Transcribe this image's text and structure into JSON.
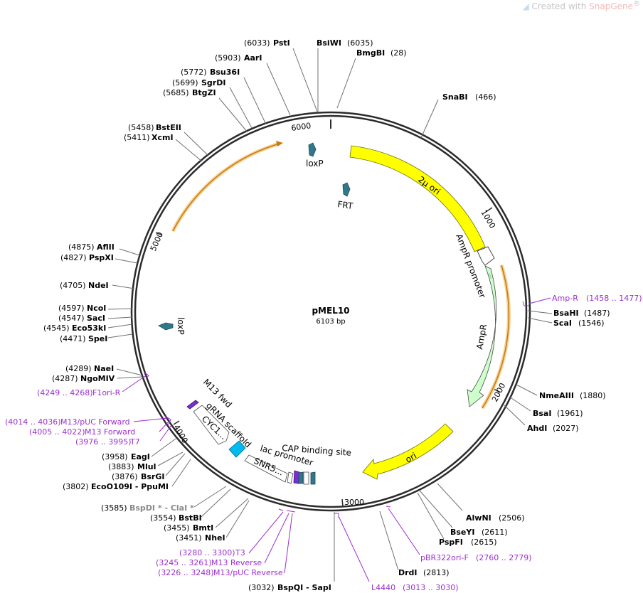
{
  "brand": {
    "prefix": "Created with ",
    "name": "SnapGene",
    "mark": "®"
  },
  "plasmid": {
    "name": "pMEL10",
    "size_label": "6103 bp",
    "length": 6103
  },
  "ticks": [
    {
      "pos": 1000,
      "label": "1000"
    },
    {
      "pos": 2000,
      "label": "2000"
    },
    {
      "pos": 3000,
      "label": "3000"
    },
    {
      "pos": 4000,
      "label": "4000"
    },
    {
      "pos": 5000,
      "label": "5000"
    },
    {
      "pos": 6000,
      "label": "6000"
    }
  ],
  "features": [
    {
      "id": "two-micron-ori",
      "label": "2µ ori",
      "start": 150,
      "end": 1010,
      "kind": "ori",
      "color": "#ffff00",
      "direction": "forward"
    },
    {
      "id": "ampr-promoter",
      "label": "AmpR promoter",
      "start": 1030,
      "end": 1130,
      "kind": "promoter",
      "color": "#ffffff",
      "direction": "forward"
    },
    {
      "id": "ampr",
      "label": "AmpR",
      "start": 1130,
      "end": 1990,
      "kind": "cds",
      "color": "#ccffcc",
      "direction": "forward"
    },
    {
      "id": "ori",
      "label": "ori",
      "start": 2340,
      "end": 2930,
      "kind": "ori",
      "color": "#ffff00",
      "direction": "reverse"
    },
    {
      "id": "loxp-top",
      "label": "loxP",
      "kind": "site",
      "color": "#31788a"
    },
    {
      "id": "frt",
      "label": "FRT",
      "kind": "site",
      "color": "#31788a"
    },
    {
      "id": "loxp-left",
      "label": "loxP",
      "kind": "site",
      "color": "#31788a"
    },
    {
      "id": "m13-fwd",
      "label": "M13 fwd",
      "kind": "primer-bind",
      "color": "#7b2fd0"
    },
    {
      "id": "grna-scaffold",
      "label": "gRNA scaffold",
      "kind": "misc",
      "color": "#00bbee"
    },
    {
      "id": "cyc1",
      "label": "CYC1...",
      "kind": "terminator",
      "color": "#ffffff"
    },
    {
      "id": "snr52",
      "label": "SNR5...",
      "kind": "promoter",
      "color": "#ffffff"
    },
    {
      "id": "lac-promoter",
      "label": "lac promoter",
      "kind": "promoter",
      "color": "#ffffff"
    },
    {
      "id": "cap-binding-site",
      "label": "CAP binding site",
      "kind": "site",
      "color": "#31788a"
    }
  ],
  "orfs": [
    {
      "id": "orf-right",
      "start": 1150,
      "end": 2030,
      "direction": "forward"
    },
    {
      "id": "orf-left",
      "start": 5260,
      "end": 5900,
      "direction": "forward"
    }
  ],
  "sites": [
    {
      "id": "psti",
      "pos": "(6033)",
      "name": "PstI"
    },
    {
      "id": "bsiwi",
      "pos": "(6035)",
      "name": "BsiWI"
    },
    {
      "id": "bmgbi",
      "pos": "(28)",
      "name": "BmgBI"
    },
    {
      "id": "aari",
      "pos": "(5903)",
      "name": "AarI"
    },
    {
      "id": "bsu36i",
      "pos": "(5772)",
      "name": "Bsu36I"
    },
    {
      "id": "sgrdi",
      "pos": "(5699)",
      "name": "SgrDI"
    },
    {
      "id": "btgzi",
      "pos": "(5685)",
      "name": "BtgZI"
    },
    {
      "id": "snabi",
      "pos": "(466)",
      "name": "SnaBI"
    },
    {
      "id": "bsteii",
      "pos": "(5458)",
      "name": "BstEII"
    },
    {
      "id": "xcmi",
      "pos": "(5411)",
      "name": "XcmI"
    },
    {
      "id": "aflii",
      "pos": "(4875)",
      "name": "AflII"
    },
    {
      "id": "pspxi",
      "pos": "(4827)",
      "name": "PspXI"
    },
    {
      "id": "ndei",
      "pos": "(4705)",
      "name": "NdeI"
    },
    {
      "id": "ncoi",
      "pos": "(4597)",
      "name": "NcoI"
    },
    {
      "id": "saci",
      "pos": "(4547)",
      "name": "SacI"
    },
    {
      "id": "eco53ki",
      "pos": "(4545)",
      "name": "Eco53kI"
    },
    {
      "id": "spei",
      "pos": "(4471)",
      "name": "SpeI"
    },
    {
      "id": "bsahi",
      "name": "BsaHI",
      "pos": "(1487)"
    },
    {
      "id": "scai",
      "name": "ScaI",
      "pos": "(1546)"
    },
    {
      "id": "naei",
      "pos": "(4289)",
      "name": "NaeI"
    },
    {
      "id": "ngomiv",
      "pos": "(4287)",
      "name": "NgoMIV"
    },
    {
      "id": "nmeaiii",
      "name": "NmeAIII",
      "pos": "(1880)"
    },
    {
      "id": "bsai",
      "name": "BsaI",
      "pos": "(1961)"
    },
    {
      "id": "ahdi",
      "name": "AhdI",
      "pos": "(2027)"
    },
    {
      "id": "eagi",
      "pos": "(3958)",
      "name": "EagI"
    },
    {
      "id": "mlui",
      "pos": "(3883)",
      "name": "MluI"
    },
    {
      "id": "bsrgi",
      "pos": "(3876)",
      "name": "BsrGI"
    },
    {
      "id": "eco0109i",
      "pos": "(3802)",
      "name": "EcoO109I - PpuMI"
    },
    {
      "id": "alwni",
      "name": "AlwNI",
      "pos": "(2506)"
    },
    {
      "id": "bseyi",
      "name": "BseYI",
      "pos": "(2611)"
    },
    {
      "id": "pspfi",
      "name": "PspFI",
      "pos": "(2615)"
    },
    {
      "id": "bspdi",
      "pos": "(3585)",
      "name": "BspDI * - ClaI *"
    },
    {
      "id": "bstbi",
      "pos": "(3554)",
      "name": "BstBI"
    },
    {
      "id": "bmti",
      "pos": "(3455)",
      "name": "BmtI"
    },
    {
      "id": "nhei",
      "pos": "(3451)",
      "name": "NheI"
    },
    {
      "id": "drdi",
      "name": "DrdI",
      "pos": "(2813)"
    },
    {
      "id": "bspqi",
      "pos": "(3032)",
      "name": "BspQI - SapI"
    }
  ],
  "primers": [
    {
      "id": "amp-r",
      "label": "Amp-R",
      "range": "(1458 .. 1477)"
    },
    {
      "id": "f1ori-r",
      "label": "F1ori-R",
      "range": "(4249 .. 4268)"
    },
    {
      "id": "m13-puc-forward",
      "label": "M13/pUC Forward",
      "range": "(4014 .. 4036)"
    },
    {
      "id": "m13-forward",
      "label": "M13 Forward",
      "range": "(4005 .. 4022)"
    },
    {
      "id": "t7",
      "label": "T7",
      "range": "(3976 .. 3995)"
    },
    {
      "id": "pbr322ori-f",
      "label": "pBR322ori-F",
      "range": "(2760 .. 2779)"
    },
    {
      "id": "t3",
      "label": "T3",
      "range": "(3280 .. 3300)"
    },
    {
      "id": "m13-reverse",
      "label": "M13 Reverse",
      "range": "(3245 .. 3261)"
    },
    {
      "id": "m13-puc-reverse",
      "label": "M13/pUC Reverse",
      "range": "(3226 .. 3248)"
    },
    {
      "id": "l4440",
      "label": "L4440",
      "range": "(3013 .. 3030)"
    }
  ]
}
